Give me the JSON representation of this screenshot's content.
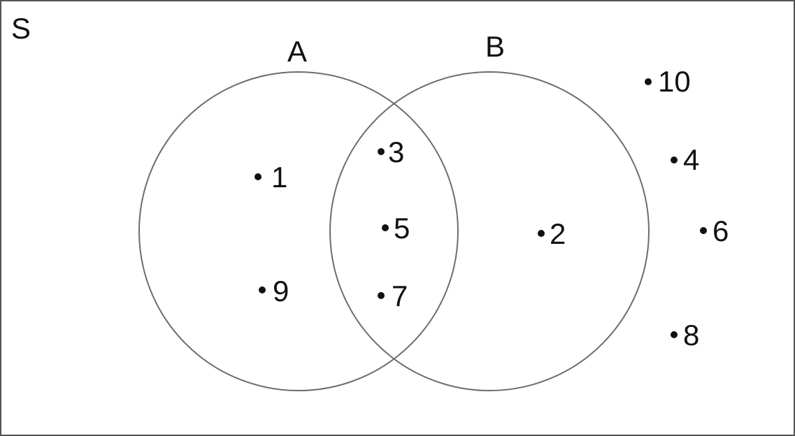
{
  "universal_set": {
    "label": "S"
  },
  "sets": [
    {
      "id": "A",
      "label": "A"
    },
    {
      "id": "B",
      "label": "B"
    }
  ],
  "elements": [
    {
      "value": "1",
      "region": "A only"
    },
    {
      "value": "9",
      "region": "A only"
    },
    {
      "value": "3",
      "region": "A and B"
    },
    {
      "value": "5",
      "region": "A and B"
    },
    {
      "value": "7",
      "region": "A and B"
    },
    {
      "value": "2",
      "region": "B only"
    },
    {
      "value": "10",
      "region": "neither"
    },
    {
      "value": "4",
      "region": "neither"
    },
    {
      "value": "6",
      "region": "neither"
    },
    {
      "value": "8",
      "region": "neither"
    }
  ],
  "colors": {
    "text": "#111111",
    "outline": "#6d6d6d",
    "frame": "#555555"
  }
}
